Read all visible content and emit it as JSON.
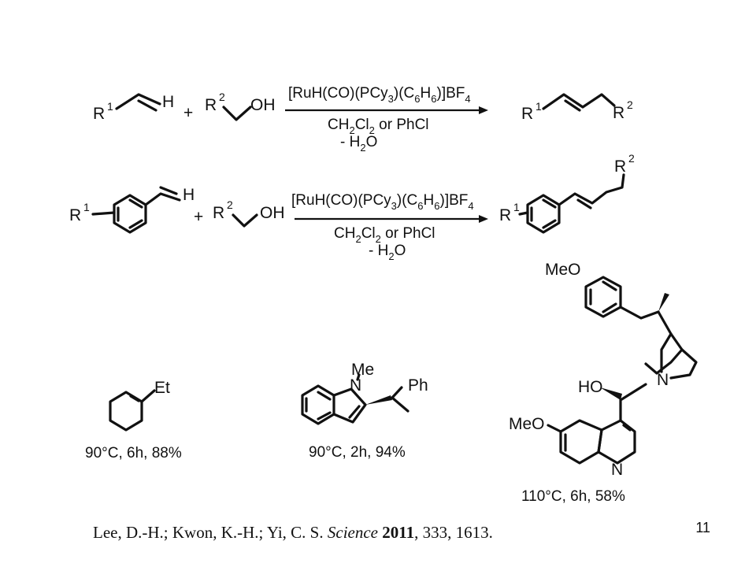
{
  "reaction1": {
    "alkene_r": "R",
    "alkene_sup": "1",
    "alkene_h": "H",
    "plus": "+",
    "alcohol_r": "R",
    "alcohol_sup": "2",
    "alcohol_oh": "OH",
    "catalyst": "[RuH(CO)(PCy3)(C6H6)]BF4",
    "solvent": "CH2Cl2 or PhCl",
    "byproduct": "- H2O",
    "product_r1": "R",
    "product_sup1": "1",
    "product_r2": "R",
    "product_sup2": "2"
  },
  "reaction2": {
    "arene_r": "R",
    "arene_sup": "1",
    "alkene_h": "H",
    "plus": "+",
    "alcohol_r": "R",
    "alcohol_sup": "2",
    "alcohol_oh": "OH",
    "catalyst": "[RuH(CO)(PCy3)(C6H6)]BF4",
    "solvent": "CH2Cl2 or PhCl",
    "byproduct": "- H2O",
    "product_r1": "R",
    "product_sup1": "1",
    "product_r2": "R",
    "product_sup2": "2"
  },
  "examples": [
    {
      "substituent": "Et",
      "result": "90°C, 6h, 88%"
    },
    {
      "n_label": "N",
      "n_substituent": "Me",
      "substituent": "Ph",
      "result": "90°C, 2h, 94%"
    },
    {
      "methoxy_top": "MeO",
      "methoxy_bottom": "MeO",
      "hydroxyl": "HO",
      "amine_n": "N",
      "ring_n": "N",
      "result": "110°C, 6h, 58%"
    }
  ],
  "citation": {
    "authors": "Lee, D.-H.; Kwon, K.-H.; Yi, C. S. ",
    "journal": "Science",
    "year": "2011",
    "rest": ", 333, 1613."
  },
  "page_number": "11"
}
